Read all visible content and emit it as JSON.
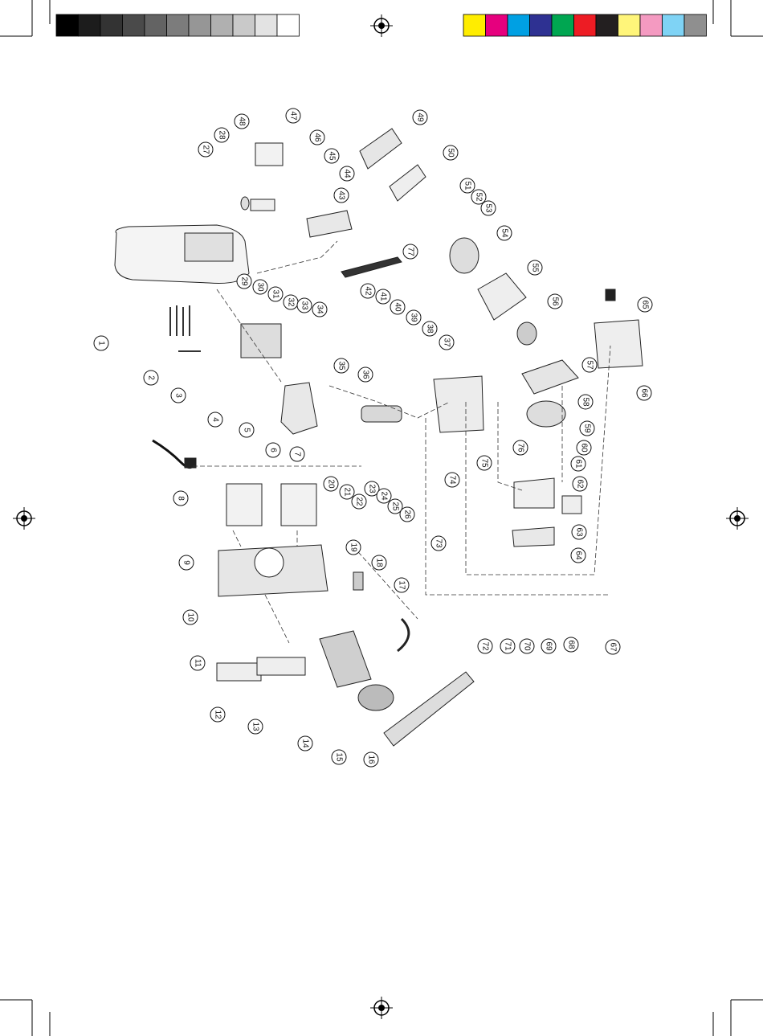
{
  "print_marks": {
    "grayscale_bar": [
      "#000000",
      "#1c1c1c",
      "#333333",
      "#4a4a4a",
      "#636363",
      "#7c7c7c",
      "#969696",
      "#b0b0b0",
      "#c9c9c9",
      "#e3e3e3",
      "#ffffff"
    ],
    "color_bar": [
      "#ffed00",
      "#e6007e",
      "#00a0e3",
      "#2e3192",
      "#00a651",
      "#ed1c24",
      "#231f20",
      "#fff57a",
      "#f49ac1",
      "#7fd3f5",
      "#8f8f8f"
    ]
  },
  "diagram": {
    "callouts": [
      "1",
      "2",
      "3",
      "4",
      "5",
      "6",
      "7",
      "8",
      "9",
      "10",
      "11",
      "12",
      "13",
      "14",
      "15",
      "16",
      "17",
      "18",
      "19",
      "20",
      "21",
      "22",
      "23",
      "24",
      "25",
      "26",
      "27",
      "28",
      "29",
      "30",
      "31",
      "32",
      "33",
      "34",
      "35",
      "36",
      "37",
      "38",
      "39",
      "40",
      "41",
      "42",
      "43",
      "44",
      "45",
      "46",
      "47",
      "48",
      "49",
      "50",
      "51",
      "52",
      "53",
      "54",
      "55",
      "56",
      "57",
      "58",
      "59",
      "60",
      "61",
      "62",
      "63",
      "64",
      "65",
      "66",
      "67",
      "68",
      "69",
      "70",
      "71",
      "72",
      "73",
      "74",
      "75",
      "76",
      "77"
    ]
  }
}
